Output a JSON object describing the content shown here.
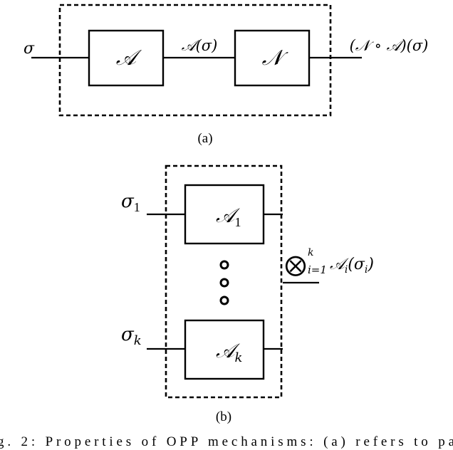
{
  "panel_a": {
    "input_label": "σ",
    "box1_label": "𝒜",
    "middle_label": "𝒜(σ)",
    "box2_label": "𝒩",
    "output_label": "(𝒩 ∘ 𝒜)(σ)",
    "caption": "(a)"
  },
  "panel_b": {
    "input1_base": "σ",
    "input1_sub": "1",
    "inputk_base": "σ",
    "inputk_sub": "k",
    "box1_base": "𝒜",
    "box1_sub": "1",
    "boxk_base": "𝒜",
    "boxk_sub": "k",
    "output_otimes": "⨂",
    "output_sup": "k",
    "output_sub": "i=1",
    "output_rest_base": "𝒜",
    "output_rest_sub": "i",
    "output_rest_arg_open": "(σ",
    "output_rest_arg_sub": "i",
    "output_rest_arg_close": ")",
    "caption": "(b)"
  },
  "figure_caption": "g. 2: Properties of OPP mechanisms: (a) refers to pa"
}
